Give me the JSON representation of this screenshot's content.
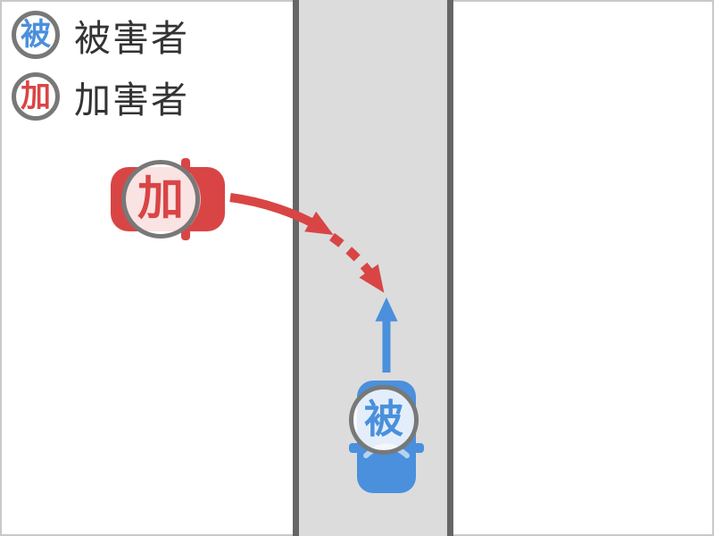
{
  "legend": {
    "items": [
      {
        "symbol": "被",
        "label": "被害者",
        "role": "victim"
      },
      {
        "symbol": "加",
        "label": "加害者",
        "role": "attacker"
      }
    ]
  },
  "diagram": {
    "attacker_symbol": "加",
    "victim_symbol": "被"
  },
  "colors": {
    "attacker_red": "#d94545",
    "victim_blue": "#4a90dc",
    "road_fill": "#dcdcdc",
    "road_edge": "#666666",
    "badge_border": "#787878",
    "legend_text": "#333333",
    "page_border": "#c9c9c9"
  }
}
